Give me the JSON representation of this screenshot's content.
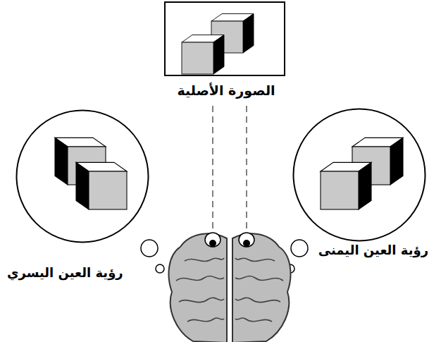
{
  "diagram": {
    "nodes": [
      {
        "text": [
          "الصورة الأصلية"
        ]
      },
      {
        "text": [
          "رؤية العين اليسري"
        ]
      },
      {
        "text": [
          "رؤية العين اليمنى"
        ]
      }
    ]
  }
}
